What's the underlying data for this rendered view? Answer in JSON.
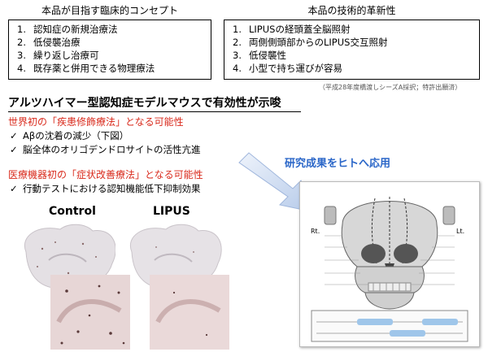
{
  "left_panel": {
    "title": "本品が目指す臨床的コンセプト",
    "items": [
      {
        "num": "1.",
        "text": "認知症の新規治療法"
      },
      {
        "num": "2.",
        "text": "低侵襲治療"
      },
      {
        "num": "3.",
        "text": "繰り返し治療可"
      },
      {
        "num": "4.",
        "text": "既存薬と併用できる物理療法"
      }
    ]
  },
  "right_panel": {
    "title": "本品の技術的革新性",
    "items": [
      {
        "num": "1.",
        "text": "LIPUSの経頭蓋全脳照射"
      },
      {
        "num": "2.",
        "text": "両側側頭部からのLIPUS交互照射"
      },
      {
        "num": "3.",
        "text": "低侵襲性"
      },
      {
        "num": "4.",
        "text": "小型で持ち運びが容易"
      }
    ]
  },
  "note": "（平成28年度橋渡しシーズA採択；特許出願済）",
  "headline": "アルツハイマー型認知症モデルマウスで有効性が示唆",
  "section1": {
    "title": "世界初の「疾患修飾療法」となる可能性",
    "checks": [
      "Aβの沈着の減少（下図）",
      "脳全体のオリゴデンドロサイトの活性亢進"
    ]
  },
  "section2": {
    "title": "医療機器初の「症状改善療法」となる可能性",
    "checks": [
      "行動テストにおける認知機能低下抑制効果"
    ]
  },
  "check_mark": "✓",
  "apply_label": "研究成果をヒトへ応用",
  "micro": {
    "control_label": "Control",
    "lipus_label": "LIPUS"
  },
  "diagram": {
    "side_left": "Rt.",
    "side_right": "Lt."
  },
  "colors": {
    "red": "#d92a1c",
    "blue": "#2a66c8",
    "arrow": "#c9d9f2"
  }
}
